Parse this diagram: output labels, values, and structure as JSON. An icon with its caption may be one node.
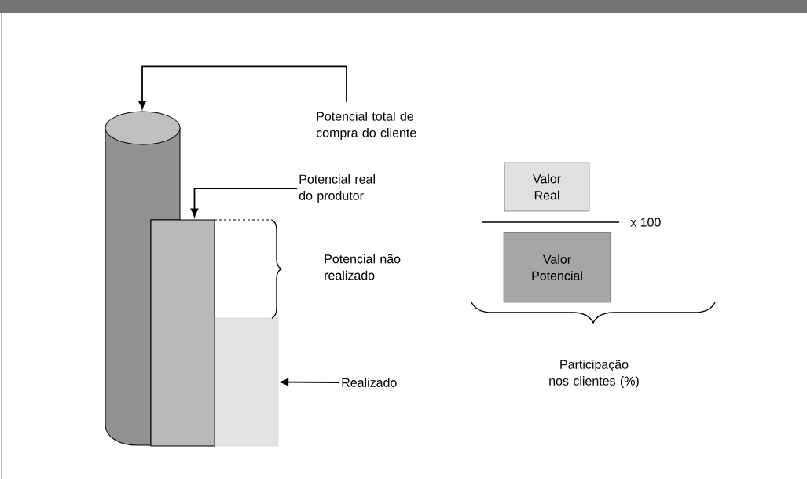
{
  "diagram": {
    "nodes": [
      {
        "text": [
          "Potencial total de compra do cliente"
        ]
      },
      {
        "text": [],
        "shape": "cylinder"
      },
      {
        "text": [
          "Potencial real do produtor"
        ]
      },
      {
        "text": [],
        "shape": "bar"
      },
      {
        "text": [
          "Potencial não realizado"
        ]
      },
      {
        "text": [],
        "shape": "bar"
      },
      {
        "text": [
          "Realizado"
        ]
      },
      {
        "text": [
          "Valor Real"
        ]
      },
      {
        "text": [
          "Valor Potencial"
        ]
      }
    ],
    "edges": [
      {
        "from": 0,
        "to": 1,
        "arrow": "to"
      },
      {
        "from": 2,
        "to": 3,
        "arrow": "to"
      },
      {
        "from": 6,
        "to": 5,
        "arrow": "to"
      }
    ],
    "labels": [
      "x 100",
      "Participação nos clientes (%)"
    ]
  }
}
